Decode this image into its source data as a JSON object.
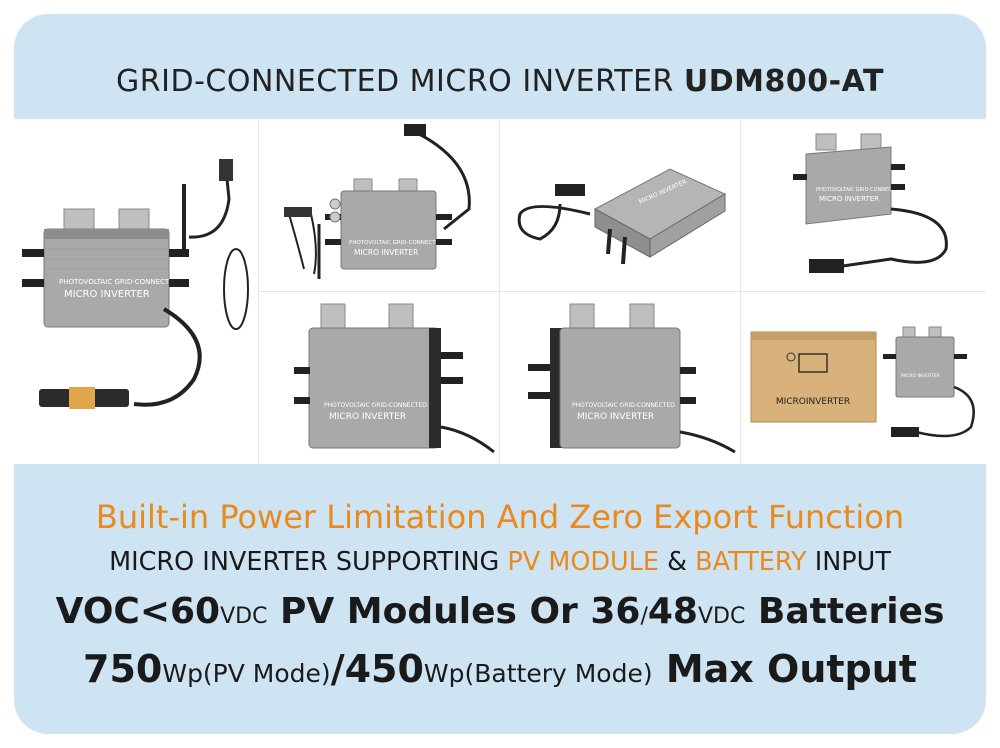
{
  "title": {
    "prefix": "GRID-CONNECTED MICRO INVERTER ",
    "model": "UDM800-AT"
  },
  "product": {
    "label_small": "PHOTOVOLTAIC GRID-CONNECTED",
    "label_main": "MICRO INVERTER",
    "box_text": "MICROINVERTER"
  },
  "features": {
    "headline": "Built-in Power Limitation And Zero Export Function",
    "input_line": {
      "part1": "MICRO INVERTER SUPPORTING ",
      "pv": "PV MODULE",
      "amp": " & ",
      "battery": "BATTERY",
      "part2": " INPUT"
    },
    "voltage_line": {
      "voc": "VOC<60",
      "vdc1": "VDC",
      "pv_modules": " PV Modules Or 36",
      "slash": "/",
      "v48": "48",
      "vdc2": "VDC",
      "batteries": " Batteries"
    },
    "output_line": {
      "p1": "750",
      "p1_unit": "Wp(PV Mode)",
      "slash": "/",
      "p2": "450",
      "p2_unit": "Wp(Battery Mode)",
      "tail": " Max Output"
    }
  },
  "colors": {
    "card_bg": "#cfe4f3",
    "accent": "#e98a1f",
    "text": "#1a1a1a"
  }
}
